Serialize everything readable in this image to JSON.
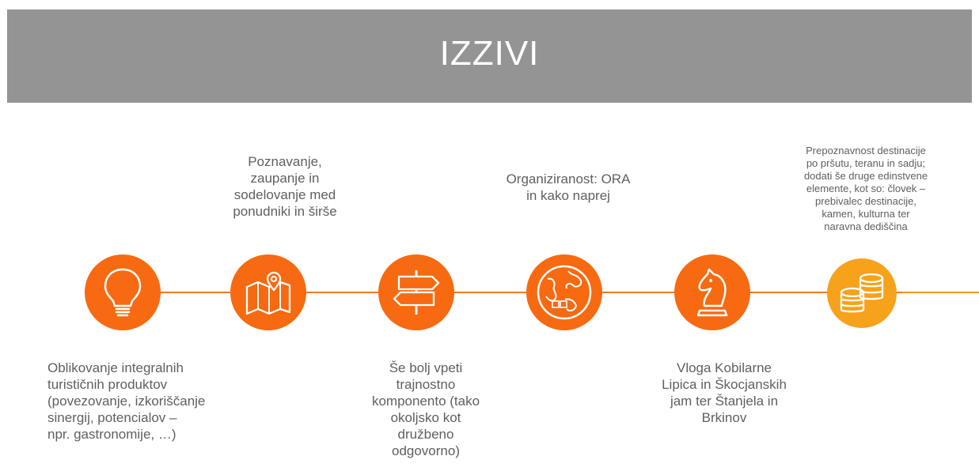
{
  "header": {
    "title": "IZZIVI"
  },
  "colors": {
    "banner": "#949494",
    "node": "#f76a11",
    "node_last": "#f7a21b",
    "line": "#f07a1f"
  },
  "steps": [
    {
      "icon": "lightbulb-icon",
      "text": "Oblikovanje integralnih\nturističnih produktov\n(povezovanje, izkoriščanje\nsinergij, potencialov –\nnpr. gastronomije, …)"
    },
    {
      "icon": "map-pin-icon",
      "text": "Poznavanje,\nzaupanje in\nsodelovanje med\nponudniki in širše"
    },
    {
      "icon": "signpost-icon",
      "text": "Še bolj vpeti\ntrajnostno\nkomponento (tako\nokoljsko kot\ndružbeno\nodgovorno)"
    },
    {
      "icon": "globe-icon",
      "text": "Organiziranost: ORA\nin kako naprej"
    },
    {
      "icon": "chess-knight-icon",
      "text": "Vloga Kobilarne\nLipica in Škocjanskih\njam ter Štanjela in\nBrkinov"
    },
    {
      "icon": "coins-icon",
      "text": "Prepoznavnost destinacije\npo pršutu, teranu in sadju;\ndodati še druge edinstvene\nelemente, kot so: človek –\nprebivalec destinacije,\nkamen, kulturna ter\nnaravna dediščina"
    }
  ]
}
